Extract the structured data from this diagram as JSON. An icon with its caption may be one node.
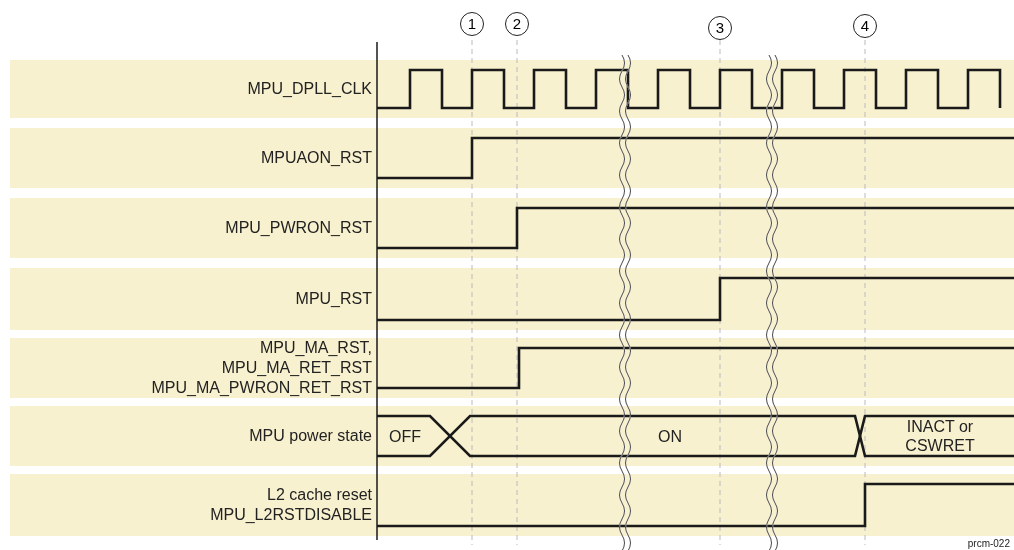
{
  "diagram": {
    "labels": [
      "1",
      "2",
      "3",
      "4",
      "MPU_DPLL_CLK",
      "MPUAON_RST",
      "MPU_PWRON_RST",
      "MPU_RST",
      "MPU_MA_RST, MPU_MA_RET_RST MPU_MA_PWRON_RET_RST",
      "MPU power state",
      "L2 cache reset MPU_L2RSTDISABLE",
      "OFF",
      "ON",
      "INACT or CSWRET",
      "prcm-022"
    ]
  }
}
